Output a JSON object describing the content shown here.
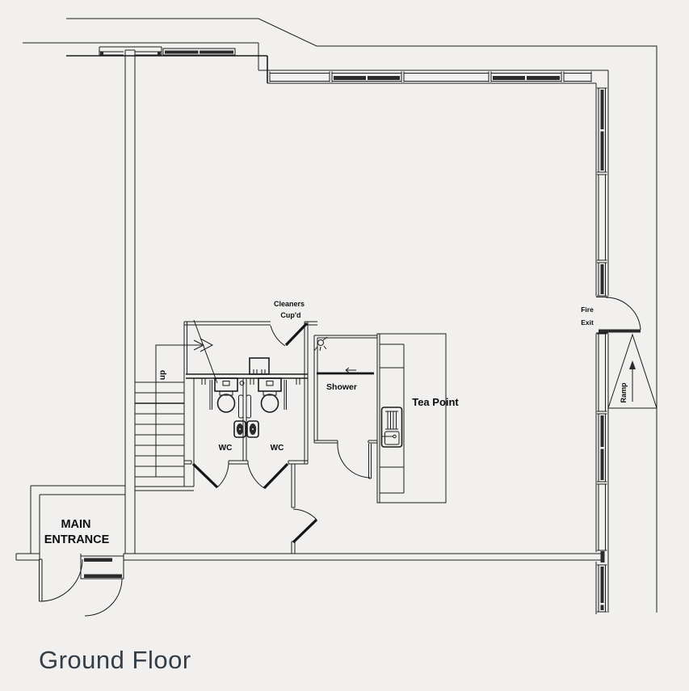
{
  "page": {
    "title": "Ground Floor",
    "background_color": "#f1f0ee",
    "line_color": "#1c1c1c",
    "glazing_color": "#2b2b2b",
    "title_color": "#333d47"
  },
  "plan": {
    "stairs": {
      "direction_label": "up"
    },
    "cleaners_cupboard": {
      "label_line1": "Cleaners",
      "label_line2": "Cup'd"
    },
    "wc_left": {
      "label": "WC"
    },
    "wc_right": {
      "label": "WC"
    },
    "shower_room": {
      "label": "Shower"
    },
    "tea_point": {
      "label": "Tea Point"
    },
    "main_entrance": {
      "label_line1": "MAIN",
      "label_line2": "ENTRANCE"
    },
    "fire_exit": {
      "label_line1": "Fire",
      "label_line2": "Exit"
    },
    "ramp": {
      "label": "Ramp"
    },
    "icons": {
      "toilet": "toilet-icon",
      "basin": "basin-icon",
      "sink": "sink-drainer-icon",
      "shower_head": "shower-head-icon",
      "up_arrow": "up-direction-arrow",
      "ramp_arrow": "ramp-direction-arrow",
      "boiler": "boiler-unit"
    }
  }
}
